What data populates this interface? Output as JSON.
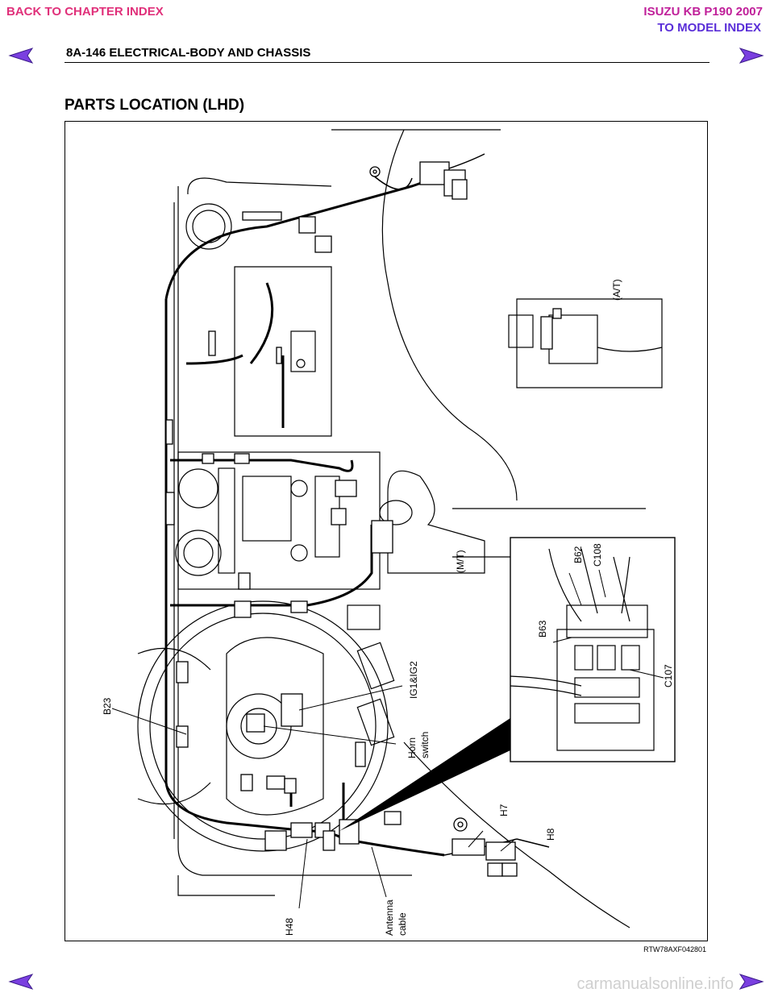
{
  "nav": {
    "back_to_chapter": "BACK TO CHAPTER INDEX",
    "model_title": "ISUZU KB P190 2007",
    "to_model_index": "TO MODEL INDEX"
  },
  "header": {
    "page_title": "8A-146  ELECTRICAL-BODY AND CHASSIS"
  },
  "section": {
    "title": "PARTS LOCATION (LHD)"
  },
  "figure": {
    "code": "RTW78AXF042801",
    "labels": {
      "at": "(A/T)",
      "mt": "(M/T)",
      "b62": "B62",
      "c108": "C108",
      "b63": "B63",
      "c107": "C107",
      "b23": "B23",
      "ig": "IG1&IG2",
      "horn_1": "Horn",
      "horn_2": "switch",
      "h7": "H7",
      "h8": "H8",
      "h48": "H48",
      "antenna_1": "Antenna",
      "antenna_2": "cable"
    }
  },
  "footer": {
    "watermark": "carmanualsonline.info"
  },
  "colors": {
    "nav_pink": "#e0307a",
    "nav_purple": "#5a2ed8",
    "arrow_fill": "#7a3fe0"
  }
}
